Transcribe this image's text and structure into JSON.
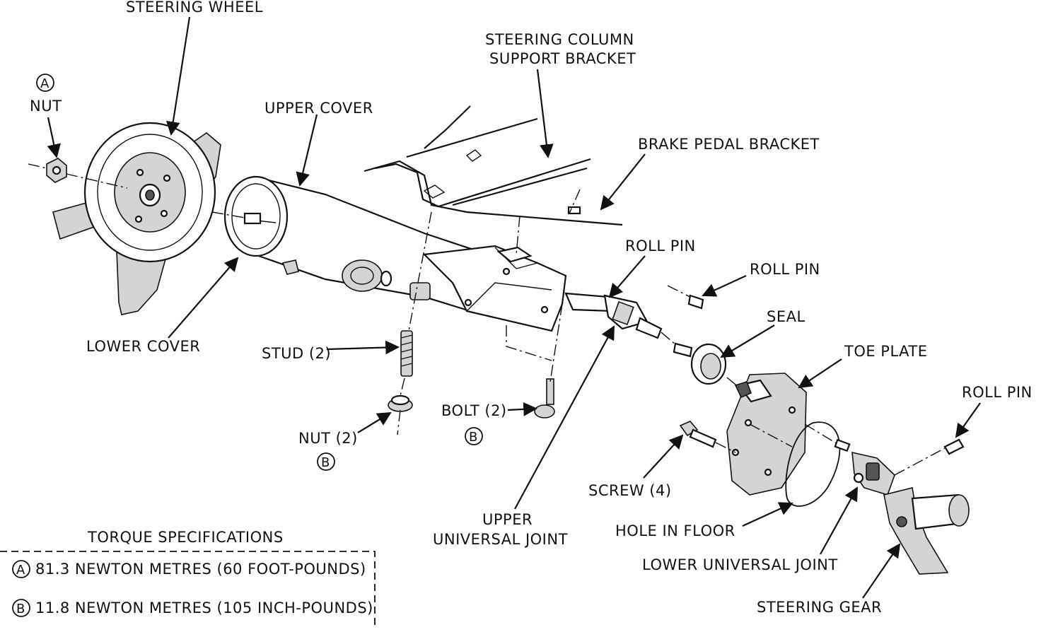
{
  "labels": {
    "steering_wheel": "STEERING WHEEL",
    "nut": "NUT",
    "circle_a": "A",
    "circle_b": "B",
    "upper_cover": "UPPER COVER",
    "support_bracket_line1": "STEERING COLUMN",
    "support_bracket_line2": "SUPPORT BRACKET",
    "brake_pedal_bracket": "BRAKE PEDAL BRACKET",
    "roll_pin": "ROLL PIN",
    "seal": "SEAL",
    "toe_plate": "TOE PLATE",
    "lower_cover": "LOWER COVER",
    "stud": "STUD (2)",
    "nut_2": "NUT (2)",
    "bolt_2": "BOLT (2)",
    "screw_4": "SCREW (4)",
    "upper_uj_line1": "UPPER",
    "upper_uj_line2": "UNIVERSAL JOINT",
    "hole_in_floor": "HOLE IN FLOOR",
    "lower_universal_joint": "LOWER UNIVERSAL JOINT",
    "steering_gear": "STEERING GEAR"
  },
  "torque": {
    "title": "TORQUE SPECIFICATIONS",
    "a_marker": "A",
    "a_text": "81.3 NEWTON METRES (60 FOOT-POUNDS)",
    "b_marker": "B",
    "b_text": "11.8 NEWTON METRES (105 INCH-POUNDS)"
  }
}
